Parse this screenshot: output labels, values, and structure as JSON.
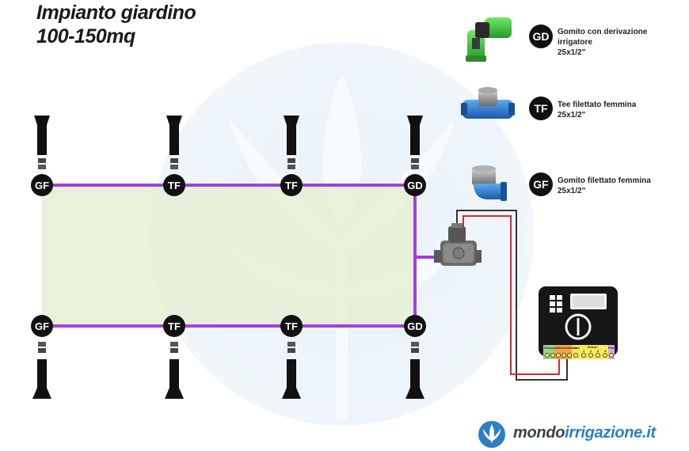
{
  "title": {
    "line1": "Impianto giardino",
    "line2": "100-150mq"
  },
  "nodes": {
    "gf": "GF",
    "tf": "TF",
    "gd": "GD"
  },
  "legend": [
    {
      "code": "GD",
      "line1": "Gomito con derivazione irrigatore",
      "line2": "25x1/2\""
    },
    {
      "code": "TF",
      "line1": "Tee filettato femmina",
      "line2": "25x1/2\""
    },
    {
      "code": "GF",
      "line1": "Gomito filettato femmina",
      "line2": "25x1/2\""
    }
  ],
  "controller": {
    "terminals": [
      "Sensore",
      "Alimentazione",
      "Com",
      "1",
      "2",
      "3",
      "4",
      "Pump"
    ],
    "zones_label": "Settori"
  },
  "brand": {
    "part1": "mondo",
    "part2": "irrigazione.it"
  },
  "colors": {
    "pipe": "#a23fe0",
    "lawn": "#e7f0d6",
    "node": "#111111",
    "wire_black": "#333333",
    "wire_red": "#d8282e",
    "brand_blue": "#2b7fc4"
  }
}
